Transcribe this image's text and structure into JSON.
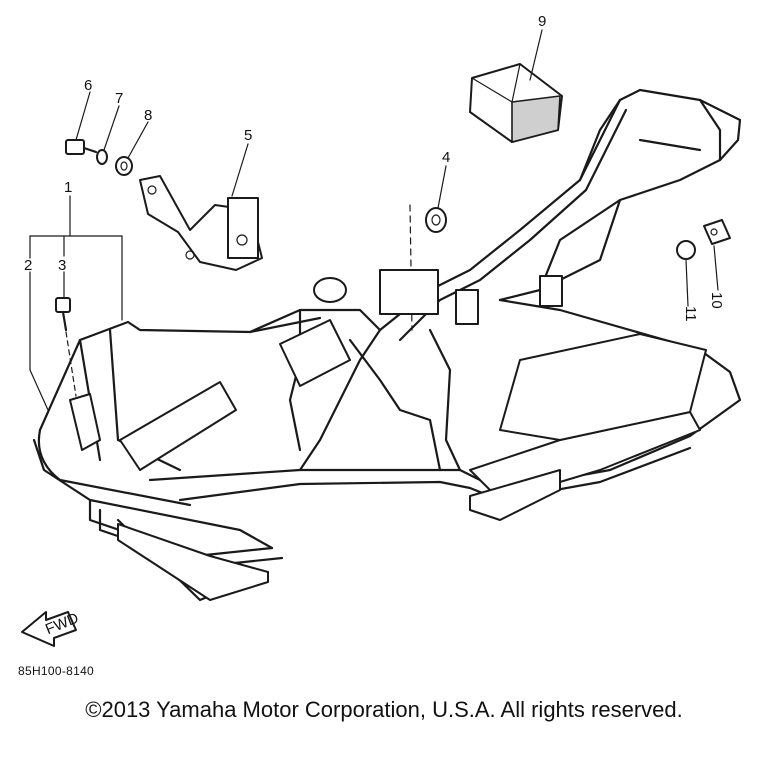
{
  "callouts": [
    "1",
    "2",
    "3",
    "4",
    "5",
    "6",
    "7",
    "8",
    "9",
    "10",
    "11"
  ],
  "fwd_label": "FWD",
  "figure_code": "85H100-8140",
  "copyright": "©2013 Yamaha Motor Corporation, U.S.A. All rights reserved."
}
